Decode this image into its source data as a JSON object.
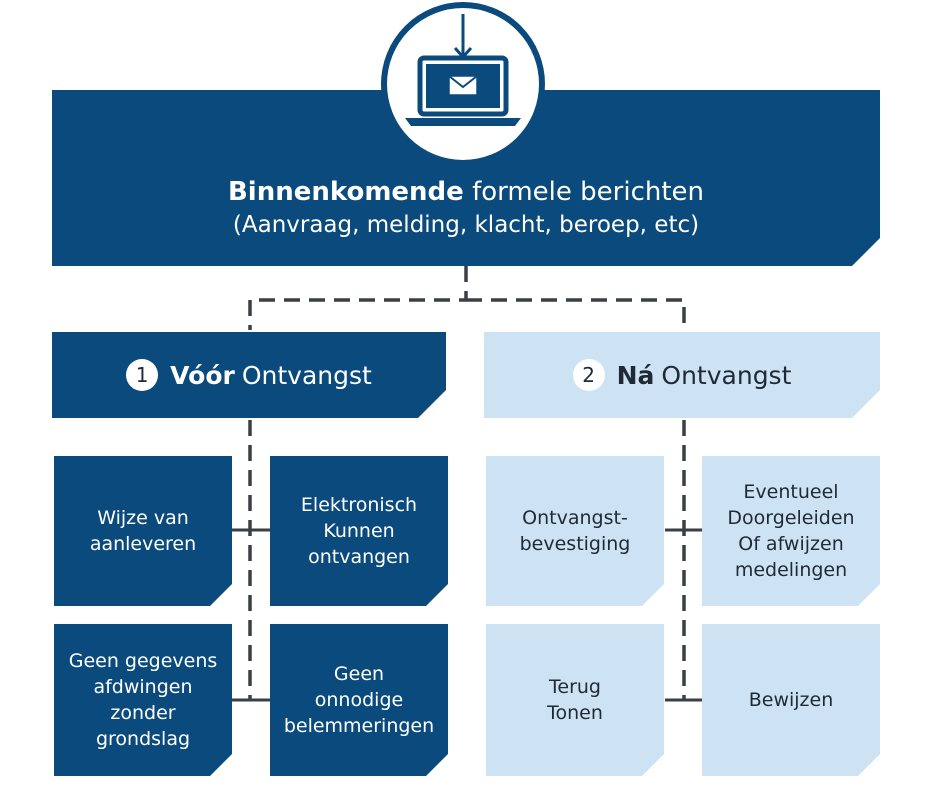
{
  "header": {
    "title_bold": "Binnenkomende",
    "title_rest": "formele berichten",
    "subtitle": "(Aanvraag, melding, klacht, beroep, etc)",
    "icon": "laptop-incoming-mail-icon"
  },
  "sections": [
    {
      "number": "1",
      "label_bold": "Vóór",
      "label_rest": "Ontvangst",
      "items": [
        "Wijze van\naanleveren",
        "Elektronisch\nKunnen\nontvangen",
        "Geen gegevens\nafdwingen\nzonder\ngrondslag",
        "Geen\nonnodige\nbelemmeringen"
      ]
    },
    {
      "number": "2",
      "label_bold": "Ná",
      "label_rest": "Ontvangst",
      "items": [
        "Ontvangst-\nbevestiging",
        "Eventueel\nDoorgeleiden\nOf afwijzen\nmedelingen",
        "Terug\nTonen",
        "Bewijzen"
      ]
    }
  ],
  "colors": {
    "dark_blue": "#0b4a7d",
    "light_blue": "#cde3f3",
    "connector": "#3a3f45"
  }
}
